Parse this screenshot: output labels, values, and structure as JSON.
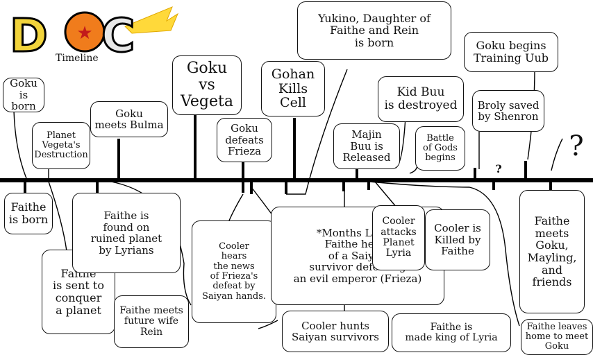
{
  "logo": {
    "letters": [
      "D",
      "B",
      "C"
    ],
    "subtitle": "Timeline",
    "colors": {
      "d": "#f2d43b",
      "b": "#f07c1c",
      "c": "#e8e8e8",
      "outline": "#000000",
      "beam": "#ffd93a"
    }
  },
  "events_above": [
    {
      "id": "goku-born",
      "text": "Goku\nis born"
    },
    {
      "id": "vegeta-destruction",
      "text": "Planet\nVegeta's\nDestruction"
    },
    {
      "id": "goku-bulma",
      "text": "Goku\nmeets Bulma"
    },
    {
      "id": "goku-vegeta",
      "text": "Goku\nvs\nVegeta"
    },
    {
      "id": "goku-frieza",
      "text": "Goku\ndefeats\nFrieza"
    },
    {
      "id": "gohan-cell",
      "text": "Gohan\nKills Cell"
    },
    {
      "id": "yukino-born",
      "text": "Yukino, Daughter of\nFaithe and Rein\nis born"
    },
    {
      "id": "buu-released",
      "text": "Majin\nBuu is\nReleased"
    },
    {
      "id": "kid-buu",
      "text": "Kid Buu\nis destroyed"
    },
    {
      "id": "battle-gods",
      "text": "Battle\nof Gods\nbegins"
    },
    {
      "id": "broly-saved",
      "text": "Broly saved\nby Shenron"
    },
    {
      "id": "goku-uub",
      "text": "Goku begins\nTraining Uub"
    },
    {
      "id": "question-small",
      "text": "?"
    },
    {
      "id": "question-large",
      "text": "?"
    }
  ],
  "events_below": [
    {
      "id": "faithe-born",
      "text": "Faithe\nis born"
    },
    {
      "id": "faithe-sent",
      "text": "Faithe\nis sent to\nconquer\na planet"
    },
    {
      "id": "faithe-found",
      "text": "Faithe is\nfound on\nruined planet\nby Lyrians"
    },
    {
      "id": "faithe-rein",
      "text": "Faithe meets\nfuture wife\nRein"
    },
    {
      "id": "cooler-hears",
      "text": "Cooler\nhears\nthe news\nof Frieza's\ndefeat by\nSaiyan hands."
    },
    {
      "id": "faithe-hears",
      "text": "*Months Later*\nFaithe hears\nof a Saiyan\nsurvivor defeating\nan evil emperor (Frieza)"
    },
    {
      "id": "cooler-hunts",
      "text": "Cooler hunts\nSaiyan survivors"
    },
    {
      "id": "cooler-attacks",
      "text": "Cooler\nattacks\nPlanet\nLyria"
    },
    {
      "id": "cooler-killed",
      "text": "Cooler is\nKilled by\nFaithe"
    },
    {
      "id": "faithe-king",
      "text": "Faithe is\nmade king of Lyria"
    },
    {
      "id": "faithe-meets-goku",
      "text": "Faithe\nmeets\nGoku,\nMayling,\nand\nfriends"
    },
    {
      "id": "faithe-leaves",
      "text": "Faithe leaves\nhome to meet\nGoku"
    }
  ]
}
